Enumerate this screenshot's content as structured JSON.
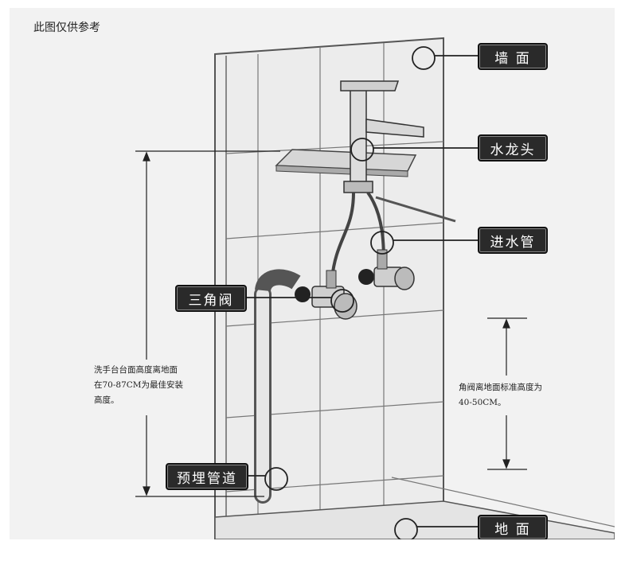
{
  "watermark": "此图仅供参考",
  "labels": {
    "wall": "墙 面",
    "faucet": "水龙头",
    "inlet_pipe": "进水管",
    "angle_valve": "三角阀",
    "embedded_pipe": "预埋管道",
    "floor": "地 面"
  },
  "notes": {
    "basin_height": "洗手台台面高度离地面\n在70-87CM为最佳安装\n高度。",
    "valve_height": "角阀离地面标准高度为\n40-50CM。"
  },
  "colors": {
    "label_bg": "#2a2a2a",
    "line": "#333333",
    "background": "#f2f2f2"
  }
}
